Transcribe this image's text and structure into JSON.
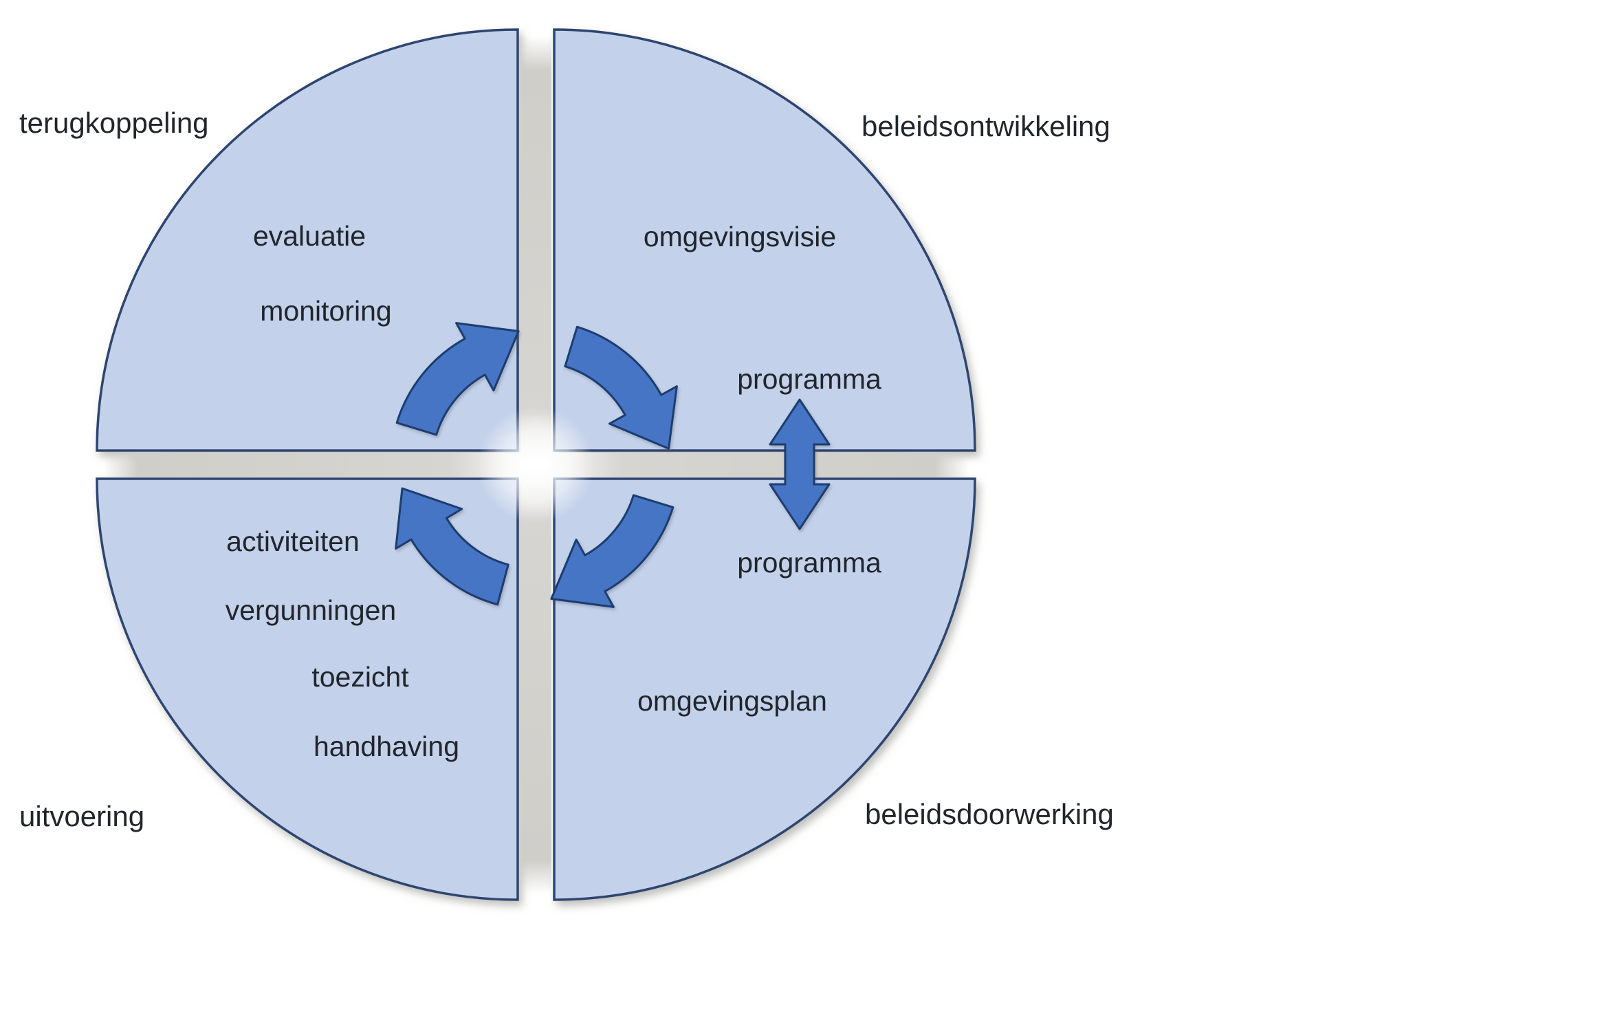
{
  "diagram": {
    "quadrants": [
      {
        "position": "top-left",
        "outer_label": "terugkoppeling",
        "inner_labels": [
          "evaluatie",
          "monitoring"
        ]
      },
      {
        "position": "top-right",
        "outer_label": "beleidsontwikkeling",
        "inner_labels": [
          "omgevingsvisie",
          "programma"
        ]
      },
      {
        "position": "bottom-right",
        "outer_label": "beleidsdoorwerking",
        "inner_labels": [
          "programma",
          "omgevingsplan"
        ]
      },
      {
        "position": "bottom-left",
        "outer_label": "uitvoering",
        "inner_labels": [
          "activiteiten",
          "vergunningen",
          "toezicht",
          "handhaving"
        ]
      }
    ],
    "icons": {
      "cycle_arrows": "clockwise-cycle-arrows",
      "exchange_arrow": "vertical-double-headed-arrow"
    },
    "colors": {
      "background": "#ffffff",
      "quadrant_fill": "#c3d1ea",
      "quadrant_border": "#2e4470",
      "arrow_fill": "#4675c5",
      "arrow_border": "#1d3c6e",
      "label_text": "#21252c",
      "divider_shade": "#cfcecA"
    }
  }
}
